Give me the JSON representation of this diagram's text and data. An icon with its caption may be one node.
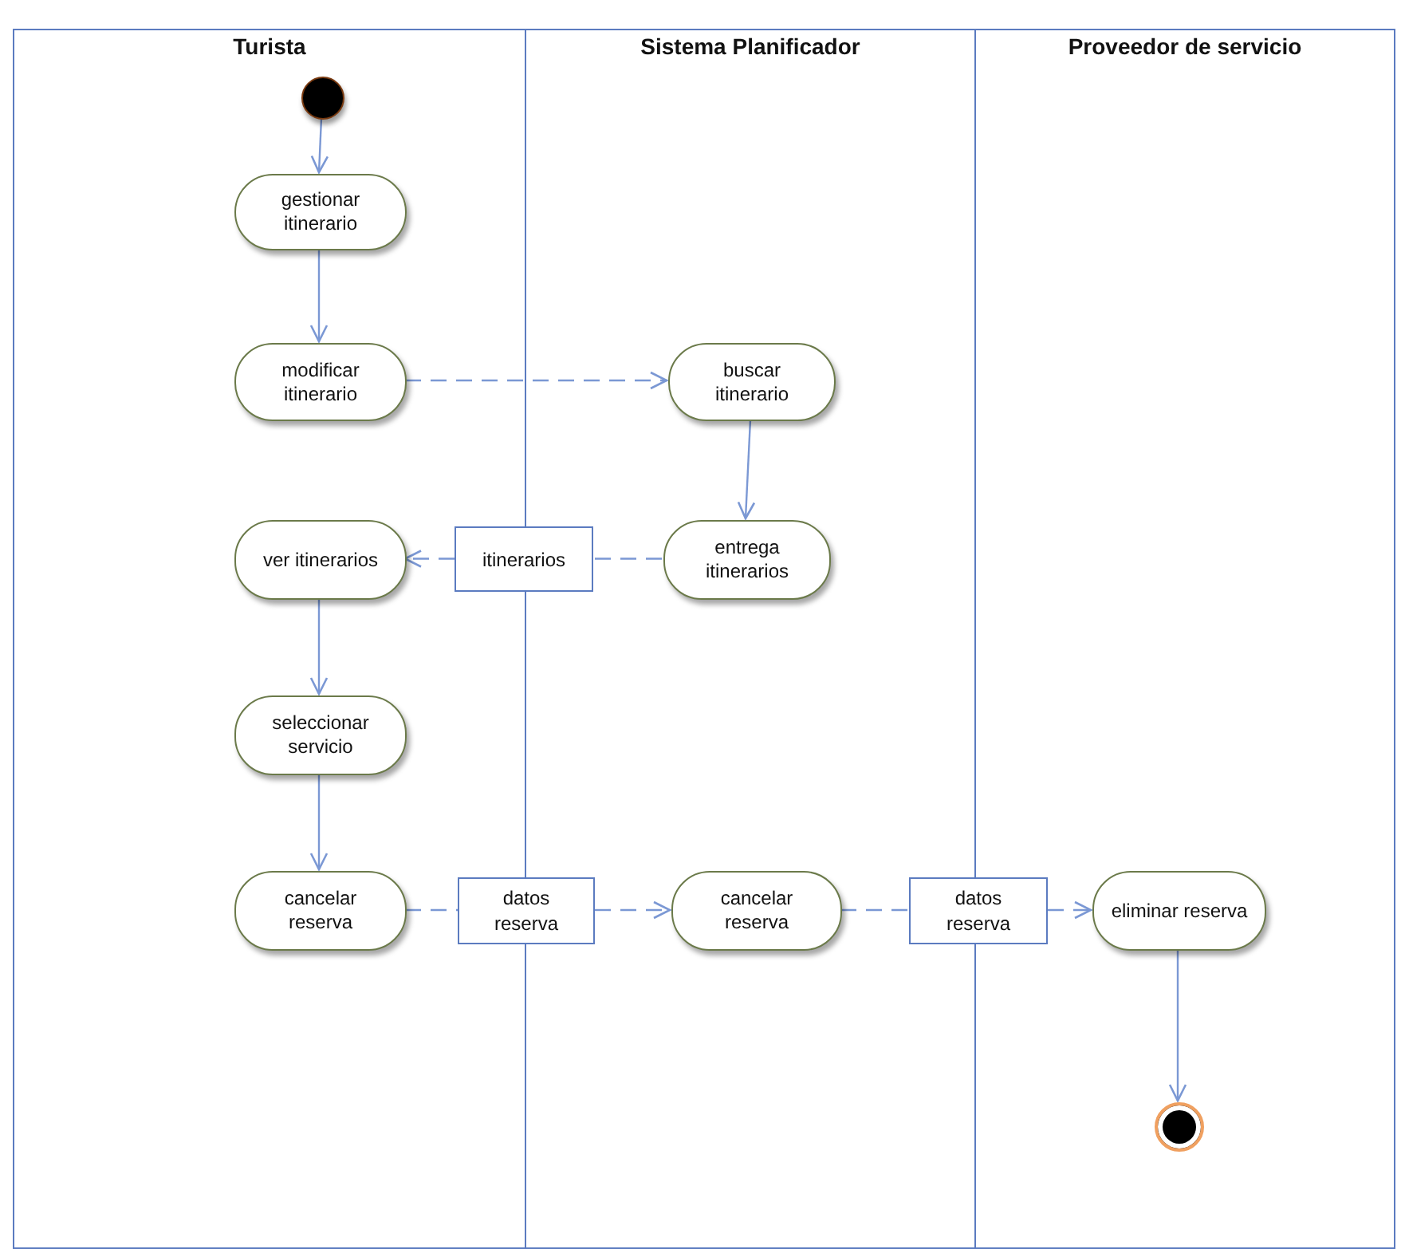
{
  "diagram": {
    "nodes": [
      {
        "text": [
          "Turista"
        ]
      },
      {
        "text": [
          "Sistema Planificador"
        ]
      },
      {
        "text": [
          "Proveedor de servicio"
        ]
      },
      {
        "text": [],
        "shape": "circle",
        "in": 0
      },
      {
        "text": [
          "gestionar itinerario"
        ],
        "in": 0
      },
      {
        "text": [
          "modificar itinerario"
        ],
        "in": 0
      },
      {
        "text": [
          "ver itinerarios"
        ],
        "in": 0
      },
      {
        "text": [
          "seleccionar servicio"
        ],
        "in": 0
      },
      {
        "text": [
          "cancelar reserva"
        ],
        "in": 0
      },
      {
        "text": [
          "buscar itinerario"
        ],
        "in": 1
      },
      {
        "text": [
          "entrega itinerarios"
        ],
        "in": 1
      },
      {
        "text": [
          "cancelar reserva"
        ],
        "in": 1
      },
      {
        "text": [
          "eliminar reserva"
        ],
        "in": 2
      },
      {
        "text": [],
        "shape": "circle",
        "in": 2
      },
      {
        "text": [
          "itinerarios"
        ]
      },
      {
        "text": [
          "datos reserva"
        ]
      },
      {
        "text": [
          "datos reserva"
        ]
      }
    ],
    "edges": [
      {
        "from": 3,
        "to": 4,
        "arrow": "to"
      },
      {
        "from": 4,
        "to": 5,
        "arrow": "to"
      },
      {
        "from": 5,
        "to": 9,
        "arrow": "to",
        "style": "dashed"
      },
      {
        "from": 9,
        "to": 10,
        "arrow": "to"
      },
      {
        "from": 10,
        "to": 14,
        "arrow": "none",
        "style": "dashed"
      },
      {
        "from": 14,
        "to": 6,
        "arrow": "to",
        "style": "dashed"
      },
      {
        "from": 6,
        "to": 7,
        "arrow": "to"
      },
      {
        "from": 7,
        "to": 8,
        "arrow": "to"
      },
      {
        "from": 8,
        "to": 15,
        "arrow": "none",
        "style": "dashed"
      },
      {
        "from": 15,
        "to": 11,
        "arrow": "to",
        "style": "dashed"
      },
      {
        "from": 11,
        "to": 16,
        "arrow": "none",
        "style": "dashed"
      },
      {
        "from": 16,
        "to": 12,
        "arrow": "to",
        "style": "dashed"
      },
      {
        "from": 12,
        "to": 13,
        "arrow": "to"
      }
    ]
  }
}
